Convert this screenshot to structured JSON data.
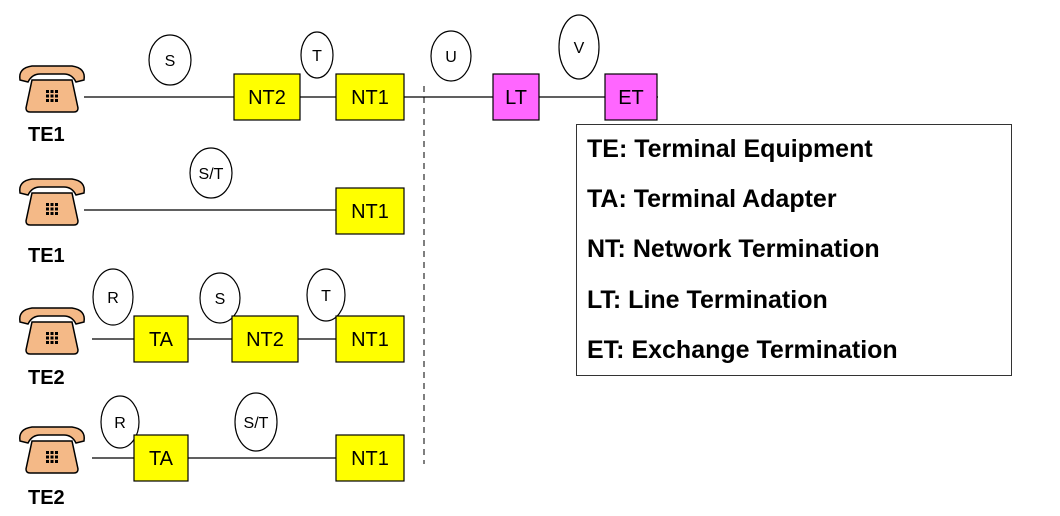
{
  "rows": [
    {
      "terminal": "TE1",
      "devices": [
        {
          "label": "NT2",
          "kind": "yellow"
        },
        {
          "label": "NT1",
          "kind": "yellow"
        },
        {
          "label": "LT",
          "kind": "magenta"
        },
        {
          "label": "ET",
          "kind": "magenta"
        }
      ],
      "ref_points": [
        "S",
        "T",
        "U",
        "V"
      ]
    },
    {
      "terminal": "TE1",
      "devices": [
        {
          "label": "NT1",
          "kind": "yellow"
        }
      ],
      "ref_points": [
        "S/T"
      ]
    },
    {
      "terminal": "TE2",
      "devices": [
        {
          "label": "TA",
          "kind": "yellow"
        },
        {
          "label": "NT2",
          "kind": "yellow"
        },
        {
          "label": "NT1",
          "kind": "yellow"
        }
      ],
      "ref_points": [
        "R",
        "S",
        "T"
      ]
    },
    {
      "terminal": "TE2",
      "devices": [
        {
          "label": "TA",
          "kind": "yellow"
        },
        {
          "label": "NT1",
          "kind": "yellow"
        }
      ],
      "ref_points": [
        "R",
        "S/T"
      ]
    }
  ],
  "legend": [
    "TE: Terminal Equipment",
    "TA: Terminal Adapter",
    "NT: Network Termination",
    "LT: Line Termination",
    "ET: Exchange Termination"
  ],
  "colors": {
    "yellow_box": "#ffff00",
    "magenta_box": "#ff66ff",
    "phone_body": "#f4b987",
    "phone_outline": "#000000",
    "line": "#000000",
    "dashed_separator": "#555555"
  },
  "icons": {
    "terminal": "telephone-icon"
  }
}
